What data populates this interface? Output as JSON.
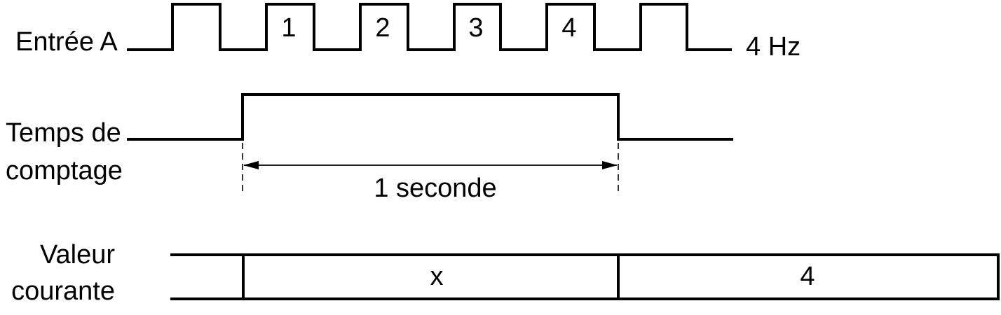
{
  "signals": {
    "input_a": {
      "label": "Entrée A",
      "frequency_label": "4 Hz",
      "pulse_numbers": [
        "1",
        "2",
        "3",
        "4"
      ]
    },
    "counting_time": {
      "label_line1": "Temps de",
      "label_line2": "comptage",
      "duration_label": "1 seconde"
    },
    "current_value": {
      "label_line1": "Valeur",
      "label_line2": "courante",
      "segment_values": [
        "x",
        "4"
      ]
    }
  },
  "colors": {
    "line": "#000000",
    "background": "#ffffff"
  }
}
